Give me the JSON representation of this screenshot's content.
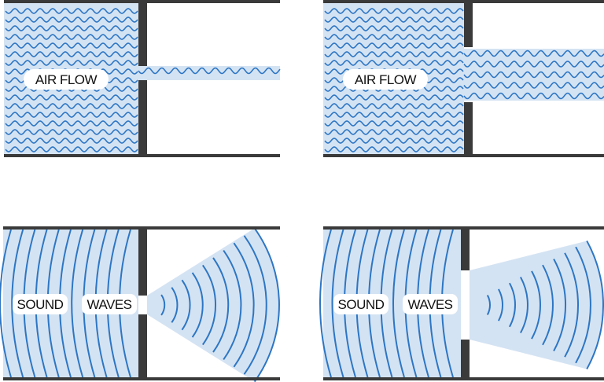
{
  "colors": {
    "fill": "#d4e3f3",
    "wave": "#2d76c4",
    "wall": "#3a3a3a",
    "label_bg": "#ffffff",
    "label_text": "#111111"
  },
  "panels": [
    {
      "kind": "air",
      "opening": "narrow",
      "label": "AIR FLOW"
    },
    {
      "kind": "air",
      "opening": "wide",
      "label": "AIR FLOW"
    },
    {
      "kind": "sound",
      "opening": "narrow",
      "label_left": "SOUND",
      "label_right": "WAVES"
    },
    {
      "kind": "sound",
      "opening": "wide",
      "label_left": "SOUND",
      "label_right": "WAVES"
    }
  ]
}
